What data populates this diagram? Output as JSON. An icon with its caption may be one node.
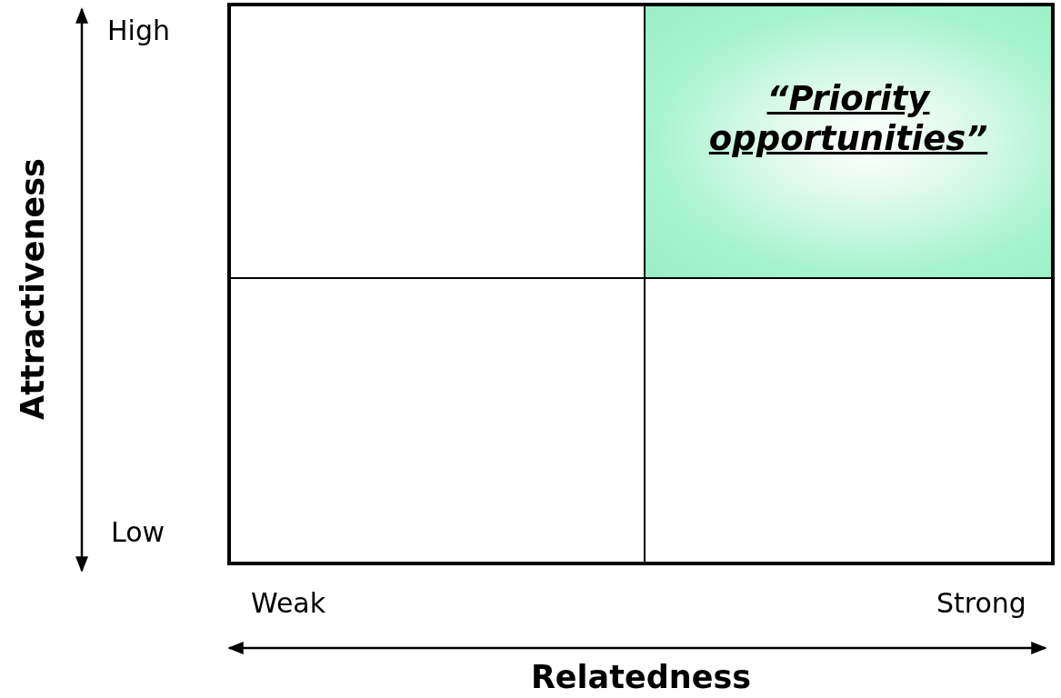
{
  "diagram": {
    "nodes": [
      {
        "text": [],
        "shape": "box"
      },
      {
        "text": [
          "“Priority opportunities”"
        ]
      },
      {
        "text": [],
        "shape": "box"
      },
      {
        "text": [],
        "shape": "box"
      }
    ],
    "edges": [],
    "labels": [
      "High",
      "Attractiveness",
      "Low",
      "Weak",
      "Strong",
      "Relatedness"
    ]
  }
}
